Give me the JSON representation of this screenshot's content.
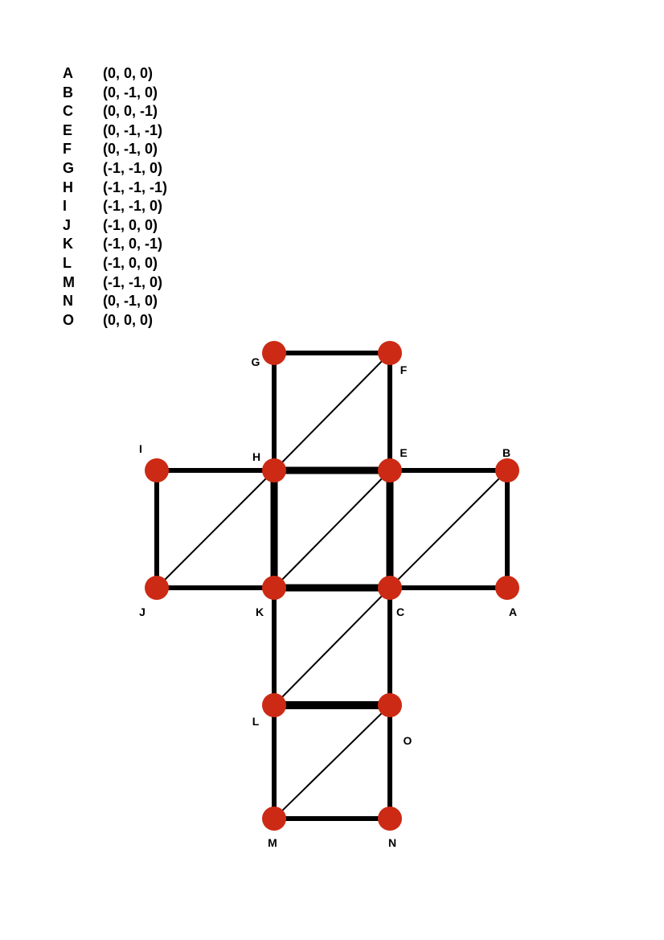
{
  "coordinates": [
    {
      "label": "A",
      "value": "(0, 0, 0)"
    },
    {
      "label": "B",
      "value": "(0, -1, 0)"
    },
    {
      "label": "C",
      "value": "(0, 0, -1)"
    },
    {
      "label": "E",
      "value": "(0, -1, -1)"
    },
    {
      "label": "F",
      "value": "(0, -1, 0)"
    },
    {
      "label": "G",
      "value": "(-1, -1, 0)"
    },
    {
      "label": "H",
      "value": "(-1, -1, -1)"
    },
    {
      "label": "I",
      "value": "(-1, -1, 0)"
    },
    {
      "label": "J",
      "value": "(-1, 0, 0)"
    },
    {
      "label": "K",
      "value": "(-1, 0, -1)"
    },
    {
      "label": "L",
      "value": "(-1, 0, 0)"
    },
    {
      "label": "M",
      "value": "(-1, -1, 0)"
    },
    {
      "label": "N",
      "value": "(0, -1, 0)"
    },
    {
      "label": "O",
      "value": "(0, 0, 0)"
    }
  ],
  "net": {
    "vertex_color": "#cc2a14",
    "edge_color": "#000000",
    "vertices": [
      "G",
      "F",
      "I",
      "H",
      "E",
      "B",
      "J",
      "K",
      "C",
      "A",
      "L",
      "O",
      "M",
      "N"
    ],
    "edges": [
      [
        "G",
        "F"
      ],
      [
        "G",
        "H"
      ],
      [
        "F",
        "E"
      ],
      [
        "I",
        "H"
      ],
      [
        "H",
        "E"
      ],
      [
        "E",
        "B"
      ],
      [
        "I",
        "J"
      ],
      [
        "H",
        "K"
      ],
      [
        "E",
        "C"
      ],
      [
        "B",
        "A"
      ],
      [
        "J",
        "K"
      ],
      [
        "K",
        "C"
      ],
      [
        "C",
        "A"
      ],
      [
        "K",
        "L"
      ],
      [
        "C",
        "O"
      ],
      [
        "L",
        "O"
      ],
      [
        "L",
        "M"
      ],
      [
        "O",
        "N"
      ],
      [
        "M",
        "N"
      ]
    ],
    "diagonals": [
      [
        "H",
        "F"
      ],
      [
        "J",
        "H"
      ],
      [
        "K",
        "E"
      ],
      [
        "C",
        "B"
      ],
      [
        "L",
        "C"
      ],
      [
        "M",
        "O"
      ]
    ]
  }
}
